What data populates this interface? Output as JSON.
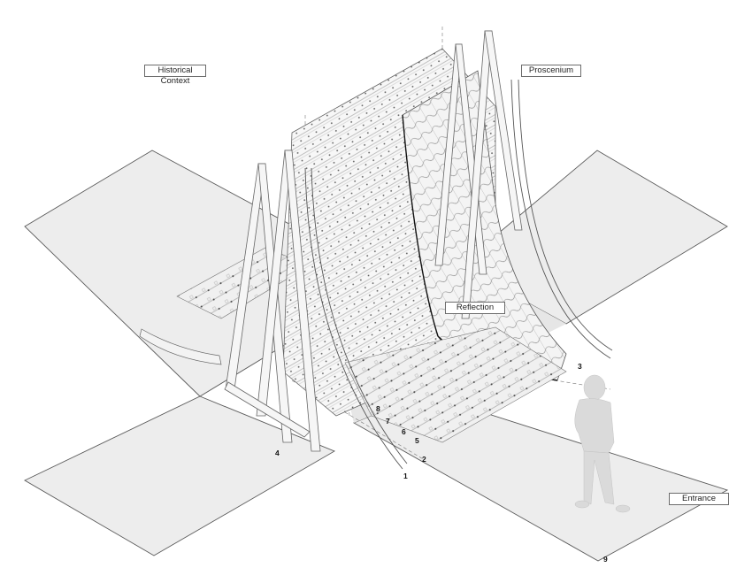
{
  "diagram": {
    "type": "exploded axonometric architectural drawing",
    "subject": "timber pavilion with A-frame supports, curved tiled shell and cross-shaped floor plates",
    "colors": {
      "background": "#ffffff",
      "floor_fill": "#ececec",
      "line": "#555555",
      "shell_fill": "#f2f2f2",
      "figure": "#dcdcdc"
    }
  },
  "labels": {
    "historical_context": "Historical Context",
    "proscenium": "Proscenium",
    "reflection": "Reflection",
    "entrance": "Entrance"
  },
  "callouts": [
    {
      "id": "1",
      "text": "1"
    },
    {
      "id": "2",
      "text": "2"
    },
    {
      "id": "3",
      "text": "3"
    },
    {
      "id": "4",
      "text": "4"
    },
    {
      "id": "5",
      "text": "5"
    },
    {
      "id": "6",
      "text": "6"
    },
    {
      "id": "7",
      "text": "7"
    },
    {
      "id": "8",
      "text": "8"
    },
    {
      "id": "9",
      "text": "9"
    }
  ]
}
